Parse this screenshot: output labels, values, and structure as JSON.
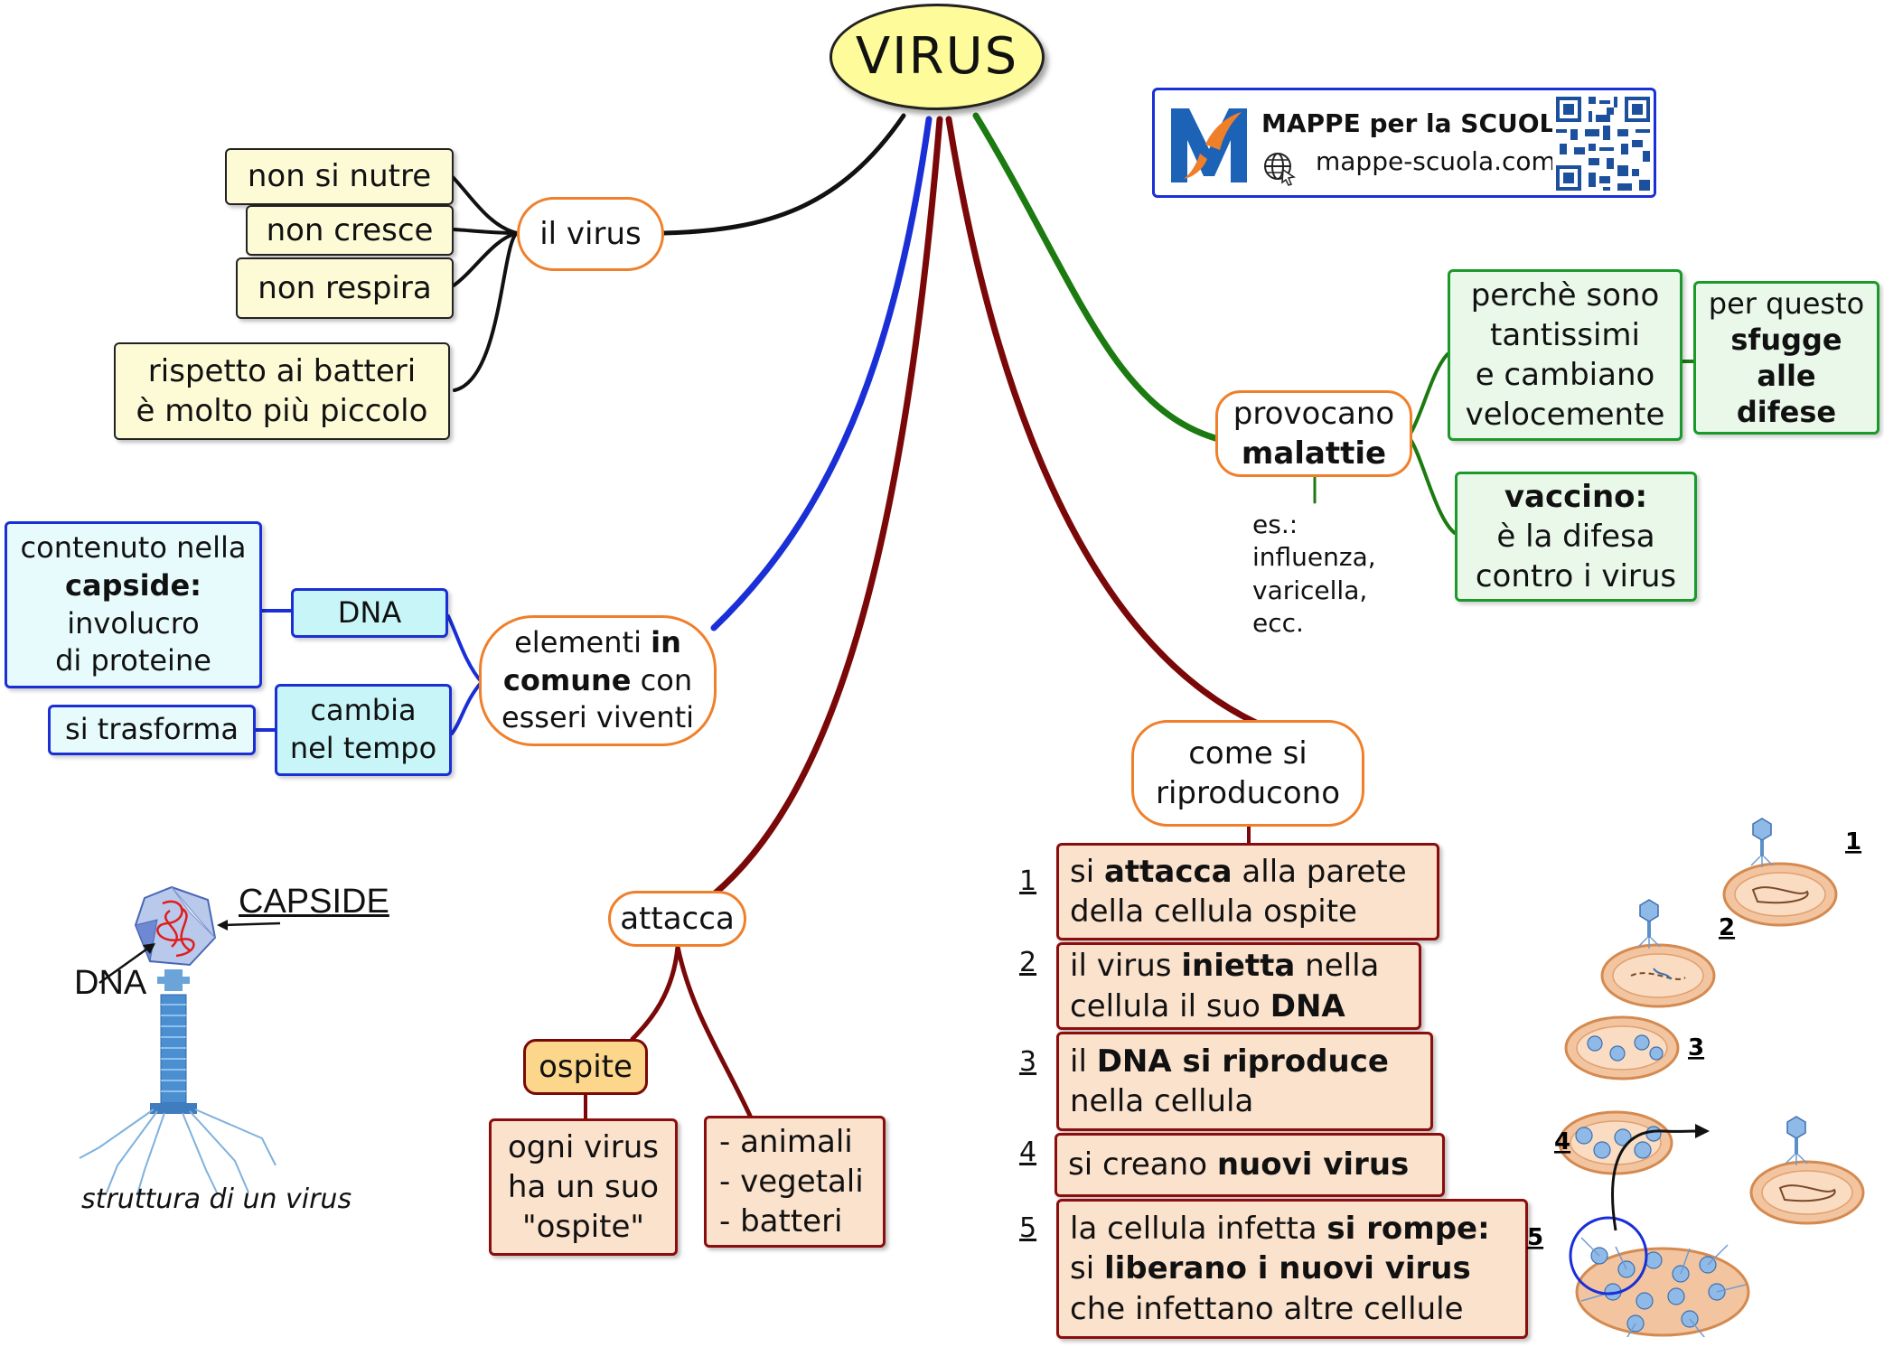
{
  "colors": {
    "title_fill": "#fdfb9a",
    "orange": "#f07f2a",
    "blue": "#1a2fd6",
    "green": "#1b7a10",
    "darkred": "#7a0808",
    "black": "#111111"
  },
  "title": "VIRUS",
  "logo": {
    "brand": "MAPPE per la SCUOLA",
    "site": "mappe-scuola.com",
    "globe_icon": "globe-icon",
    "qr_icon": "qr-code-icon"
  },
  "il_virus": {
    "label": "il virus",
    "items": [
      "non si nutre",
      "non cresce",
      "non respira"
    ],
    "size_line1": "rispetto ai batteri",
    "size_line2": "è molto più piccolo"
  },
  "elementi": {
    "pre": "elementi ",
    "bold1": "in",
    "bold2": "comune",
    "mid": " con",
    "line3": "esseri viventi",
    "dna": "DNA",
    "capside_line1": "contenuto nella",
    "capside_bold": "capside:",
    "capside_line3": "involucro",
    "capside_line4": "di proteine",
    "cambia_line1": "cambia",
    "cambia_line2": "nel tempo",
    "trasforma": "si trasforma"
  },
  "structure": {
    "capside_label": "CAPSIDE",
    "dna_label": "DNA",
    "caption": "struttura di un virus"
  },
  "attacca": {
    "label": "attacca",
    "ospite": "ospite",
    "ogni_line1": "ogni virus",
    "ogni_line2": "ha un suo",
    "ogni_line3": "\"ospite\"",
    "hosts": [
      "- animali",
      "- vegetali",
      "- batteri"
    ]
  },
  "malattie": {
    "line1": "provocano",
    "bold": "malattie",
    "examples": [
      "es.:",
      "influenza,",
      "varicella,",
      "ecc."
    ],
    "perche": [
      "perchè sono",
      "tantissimi",
      "e cambiano",
      "velocemente"
    ],
    "per_questo_line1": "per questo",
    "per_questo_bold": [
      "sfugge",
      "alle",
      "difese"
    ],
    "vaccino_bold": "vaccino:",
    "vaccino_line2": "è la difesa",
    "vaccino_line3": "contro i virus"
  },
  "riproduzione": {
    "label_line1": "come si",
    "label_line2": "riproducono",
    "steps": [
      {
        "num": "1",
        "a": "si ",
        "b": "attacca",
        "c": " alla parete",
        "line2": "della cellula ospite"
      },
      {
        "num": "2",
        "a": "il virus ",
        "b": "inietta",
        "c": " nella",
        "line2a": "cellula il suo ",
        "line2b": "DNA"
      },
      {
        "num": "3",
        "a": "il ",
        "b": "DNA si riproduce",
        "line2": "nella cellula"
      },
      {
        "num": "4",
        "a": "si creano ",
        "b": "nuovi virus"
      },
      {
        "num": "5",
        "a": "la cellula infetta ",
        "b": "si rompe:",
        "line2a": "si ",
        "line2b": "liberano i nuovi virus",
        "line3": "che infettano altre cellule"
      }
    ],
    "image_labels": [
      "1",
      "2",
      "3",
      "4",
      "5"
    ]
  }
}
